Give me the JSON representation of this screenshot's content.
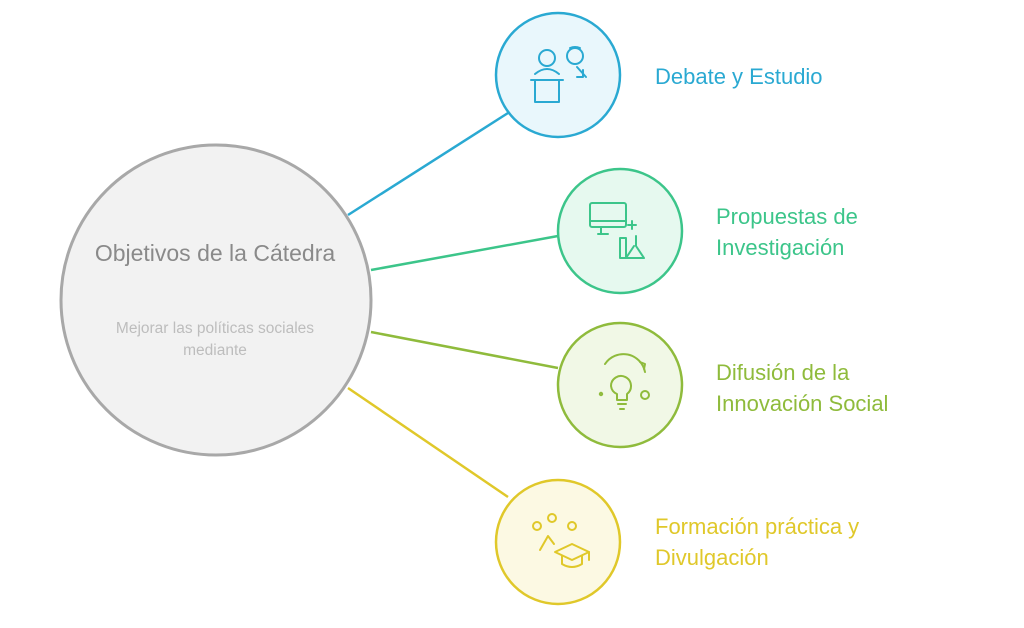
{
  "center": {
    "title": "Objetivos de la Cátedra",
    "subtitle": "Mejorar las políticas sociales mediante"
  },
  "nodes": [
    {
      "label": "Debate y Estudio",
      "icon": "speaker-podium-icon",
      "color": "#2aa9d2",
      "fill": "#e9f7fc"
    },
    {
      "label": "Propuestas de Investigación",
      "icon": "computer-flask-icon",
      "color": "#3cc58a",
      "fill": "#e6f9ef"
    },
    {
      "label": "Difusión de la Innovación Social",
      "icon": "lightbulb-icon",
      "color": "#8fbb3c",
      "fill": "#f1f8e6"
    },
    {
      "label": "Formación práctica y Divulgación",
      "icon": "graduation-cap-icon",
      "color": "#e0c82a",
      "fill": "#fcf9e3"
    }
  ],
  "colors": {
    "center_stroke": "#a8a8a8",
    "center_fill": "#f2f2f2"
  }
}
